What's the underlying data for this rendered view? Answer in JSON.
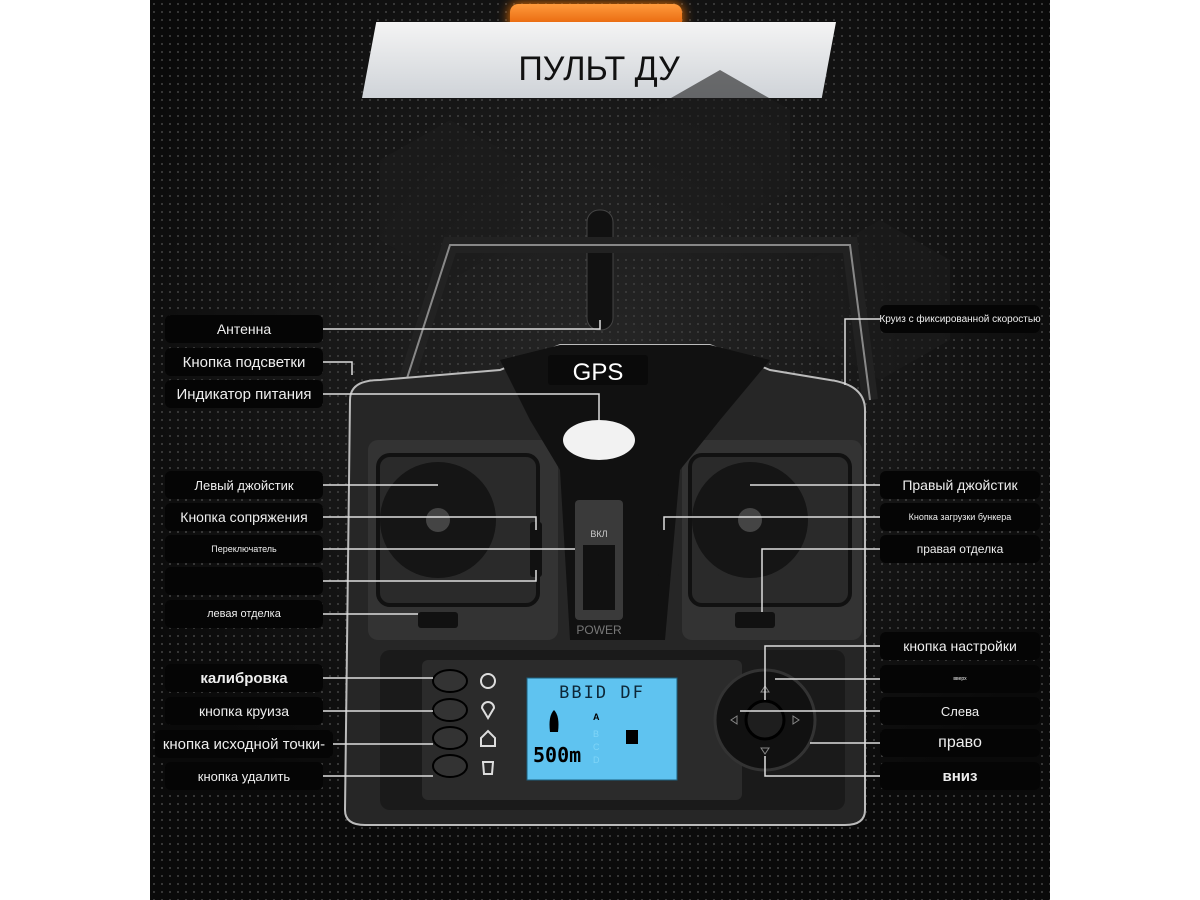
{
  "title": "ПУЛЬТ ДУ",
  "controller": {
    "gps_label": "GPS",
    "switch_label": "ВКЛ",
    "power_label": "POWER",
    "lcd": {
      "header": "BBID DF",
      "distance": "500m",
      "rows": [
        "A",
        "B",
        "C",
        "D"
      ]
    }
  },
  "left_labels": [
    "Антенна",
    "Кнопка подсветки",
    "Индикатор питания",
    "Левый джойстик",
    "Кнопка сопряжения",
    "Переключатель",
    "",
    "левая отделка",
    "калибровка",
    "кнопка круиза",
    "кнопка исходной точки-",
    "кнопка удалить"
  ],
  "right_labels": [
    "Круиз с фиксированной скоростью",
    "Правый джойстик",
    "Кнопка загрузки бункера",
    "правая отделка",
    "кнопка настройки",
    "вверх",
    "Слева",
    "право",
    "вниз"
  ],
  "colors": {
    "accent": "#f07a10",
    "lcd": "#5fc3f0"
  }
}
